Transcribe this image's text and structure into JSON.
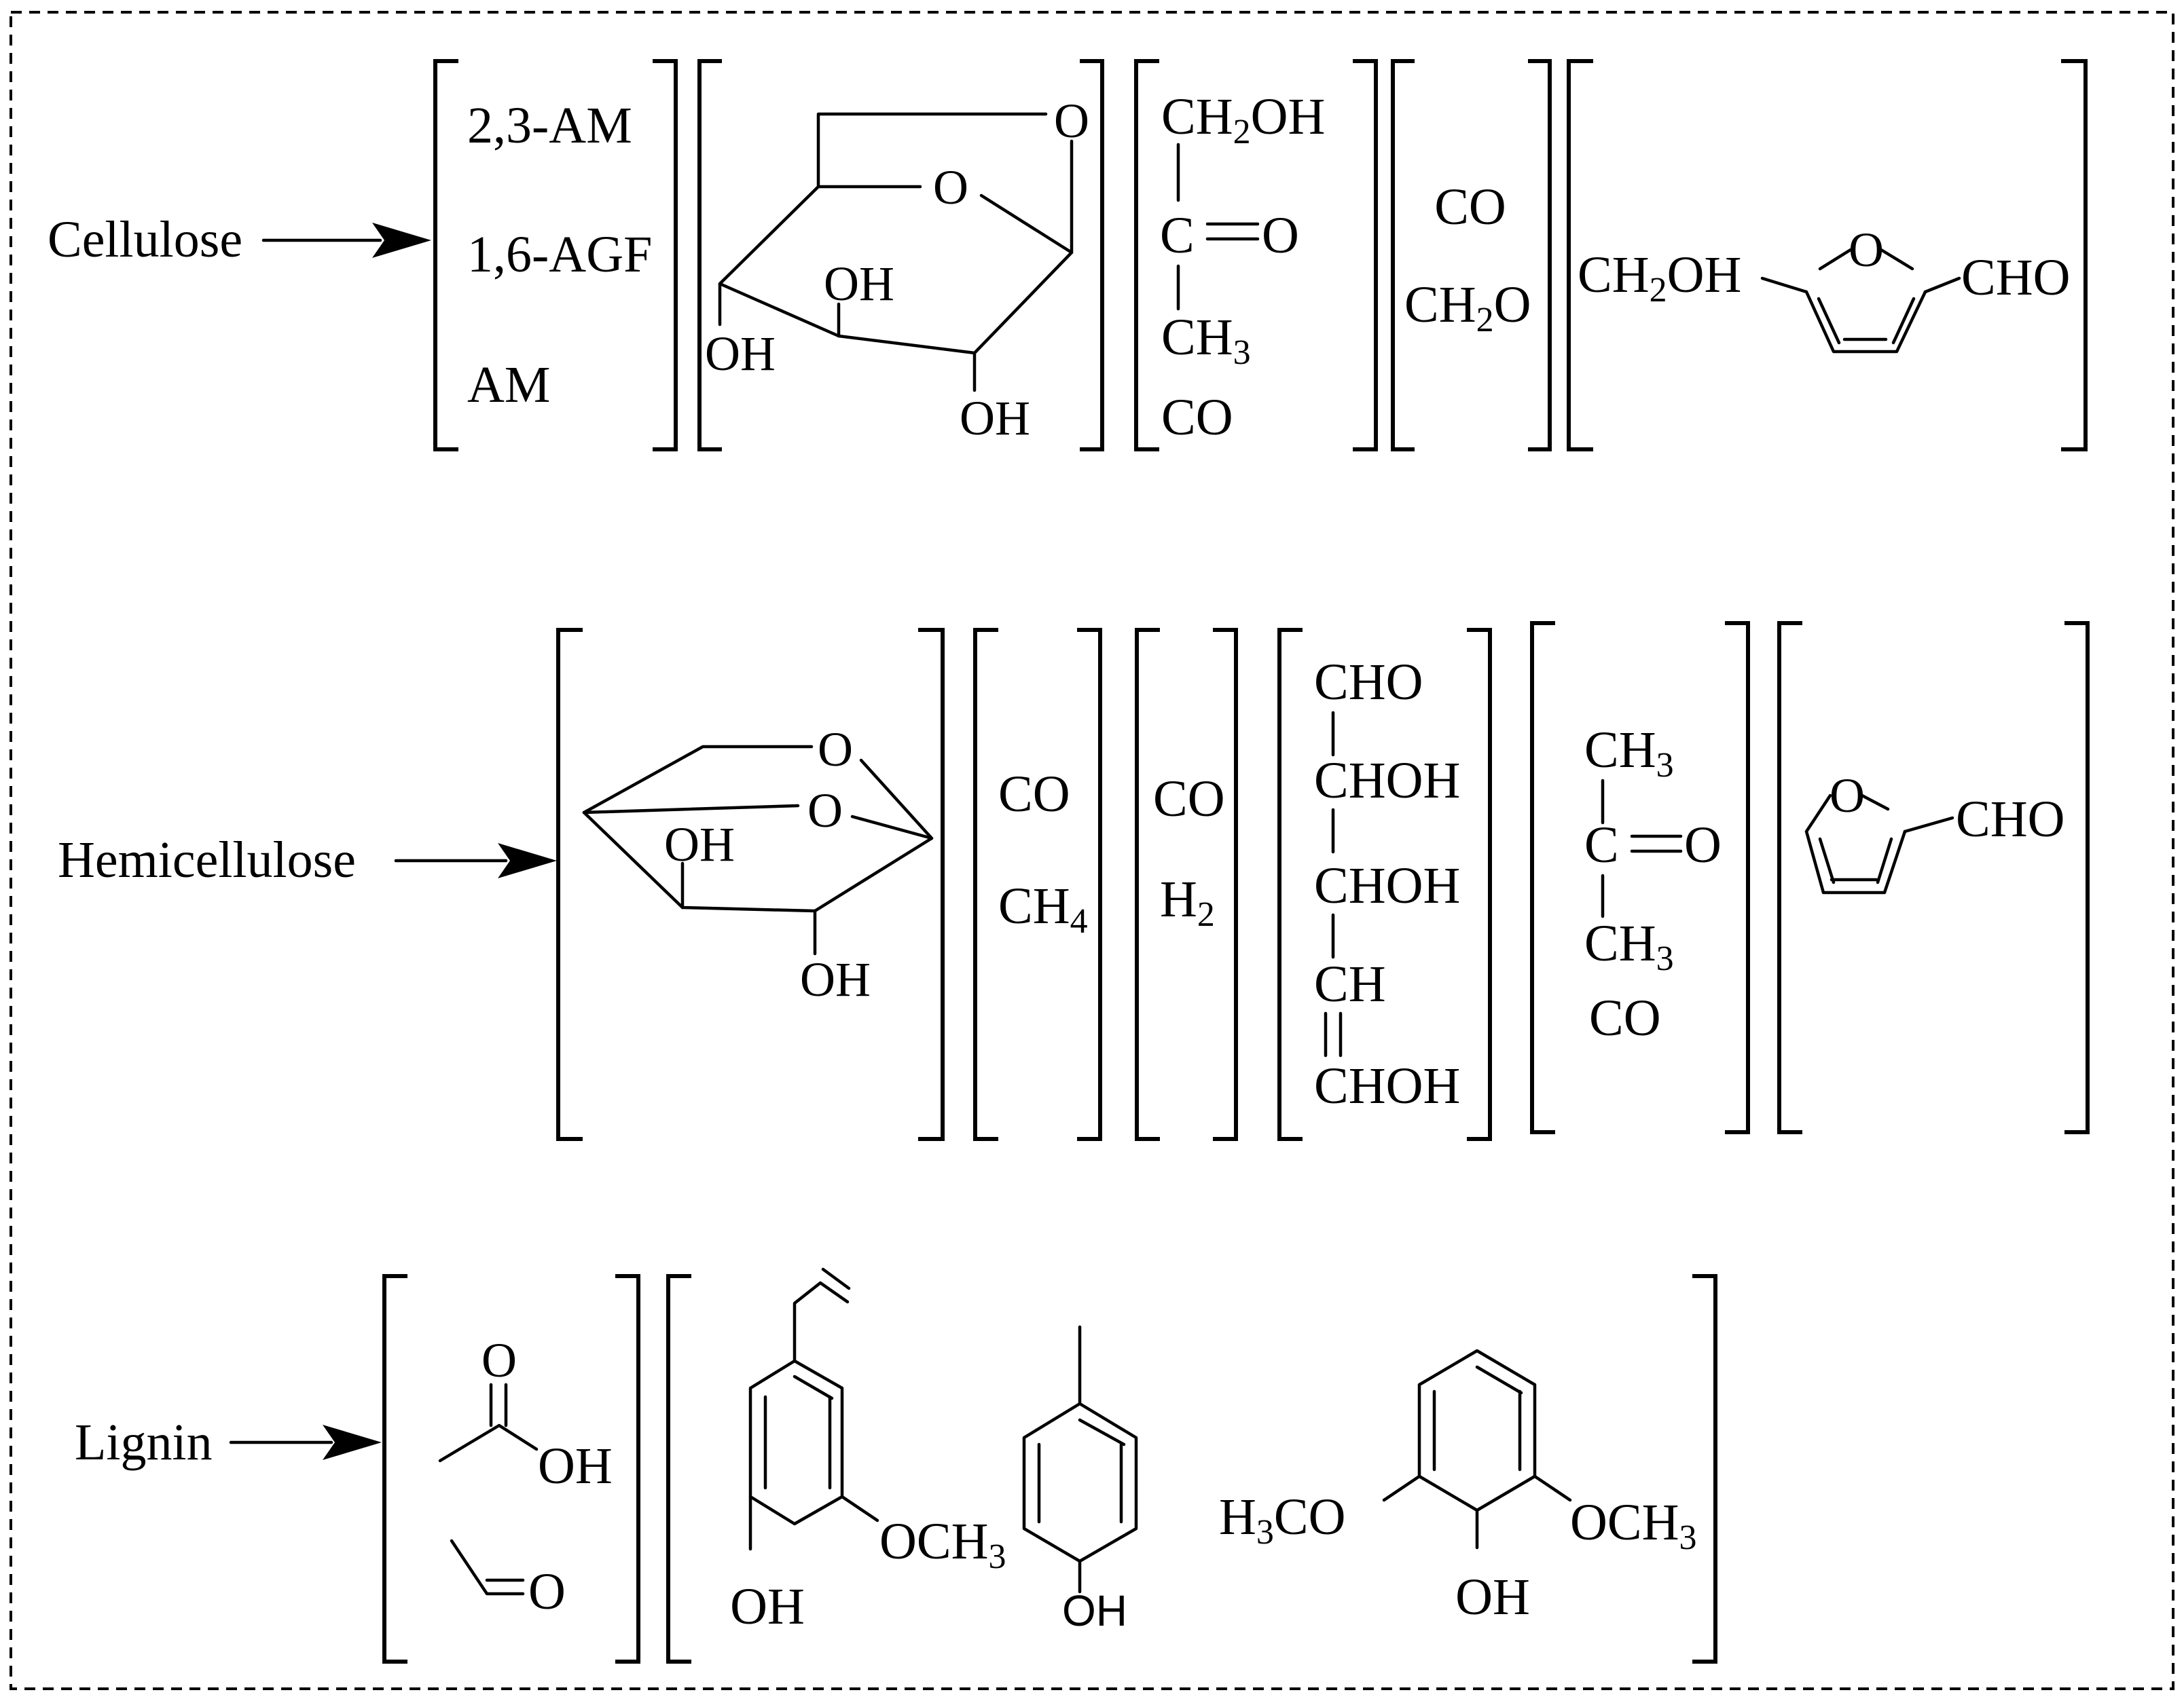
{
  "sources": {
    "cellulose": "Cellulose",
    "hemicellulose": "Hemicellulose",
    "lignin": "Lignin"
  },
  "cellulose": {
    "abbreviations": [
      "2,3-AM",
      "1,6-AGF",
      "AM"
    ],
    "levoglucosan": {
      "bridge_oxygen": "O",
      "ring_oxygen": "O",
      "hydroxyls": [
        "OH",
        "OH",
        "OH"
      ]
    },
    "hydroxyacetone_group": {
      "top": [
        "CH",
        "2",
        "OH"
      ],
      "carbon": "C",
      "carbonyl_oxygen": "O",
      "methyl": [
        "CH",
        "3"
      ],
      "co": "CO"
    },
    "gases": {
      "co": "CO",
      "formaldehyde": [
        "CH",
        "2",
        "O"
      ]
    },
    "hmf": {
      "hydroxymethyl": [
        "CH",
        "2",
        "OH"
      ],
      "ring_oxygen": "O",
      "aldehyde": "CHO"
    }
  },
  "hemicellulose": {
    "anhydro_sugar": {
      "bridge_oxygen": "O",
      "ring_oxygen": "O",
      "hydroxyls": [
        "OH",
        "OH"
      ]
    },
    "gases_a": {
      "co": "CO",
      "methane": [
        "CH",
        "4"
      ]
    },
    "gases_b": {
      "co": "CO",
      "hydrogen": [
        "H",
        "2"
      ]
    },
    "chain": [
      "CHO",
      "CHOH",
      "CHOH",
      "CH",
      "CHOH"
    ],
    "acetone_group": {
      "top_methyl": [
        "CH",
        "3"
      ],
      "carbon": "C",
      "carbonyl_oxygen": "O",
      "bottom_methyl": [
        "CH",
        "3"
      ],
      "co": "CO"
    },
    "furfural": {
      "ring_oxygen": "O",
      "aldehyde": "CHO"
    }
  },
  "lignin": {
    "acetic_acid": {
      "carbonyl_oxygen": "O",
      "hydroxyl": "OH"
    },
    "acetaldehyde": {
      "carbonyl_oxygen": "O"
    },
    "vinylguaiacol": {
      "methoxy": [
        "OCH",
        "3"
      ],
      "hydroxyl": "OH"
    },
    "p_cresol": {
      "hydroxyl": "OH"
    },
    "syringol": {
      "methoxy_left": [
        "H",
        "3",
        "CO"
      ],
      "methoxy_right": [
        "OCH",
        "3"
      ],
      "hydroxyl": "OH"
    }
  }
}
